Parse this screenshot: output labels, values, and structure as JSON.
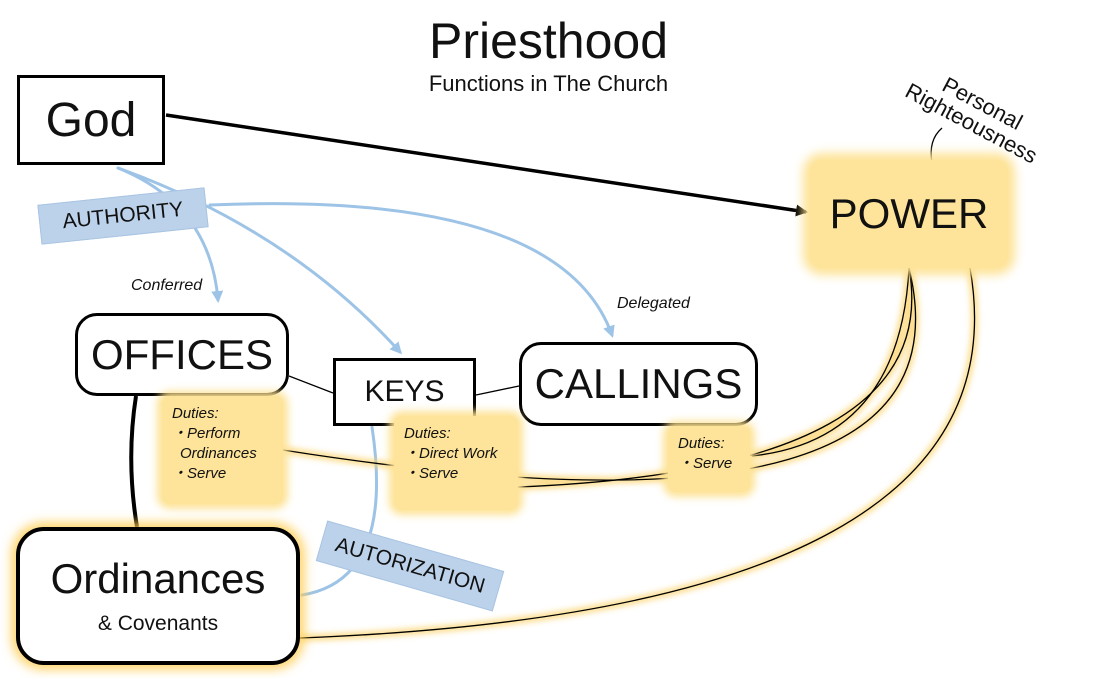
{
  "title": "Priesthood",
  "subtitle": "Functions in The Church",
  "nodes": {
    "god": "God",
    "power": "POWER",
    "offices": "OFFICES",
    "keys": "KEYS",
    "callings": "CALLINGS",
    "ordinances": "Ordinances",
    "ordinances_sub": "& Covenants"
  },
  "labels": {
    "authority": "AUTHORITY",
    "autorization": "AUTORIZATION",
    "conferred": "Conferred",
    "delegated": "Delegated",
    "personal": "Personal",
    "righteousness": "Righteousness"
  },
  "duties": {
    "offices": {
      "heading": "Duties:",
      "items": [
        "・Perform",
        "Ordinances",
        "・Serve"
      ]
    },
    "keys": {
      "heading": "Duties:",
      "items": [
        "・Direct Work",
        "・Serve"
      ]
    },
    "callings": {
      "heading": "Duties:",
      "items": [
        "・Serve"
      ]
    }
  },
  "colors": {
    "authority_arrow": "#9dc3e6",
    "power_glow": "#fde49a",
    "power_line": "#000000",
    "ribbon": "#bcd2ea"
  }
}
